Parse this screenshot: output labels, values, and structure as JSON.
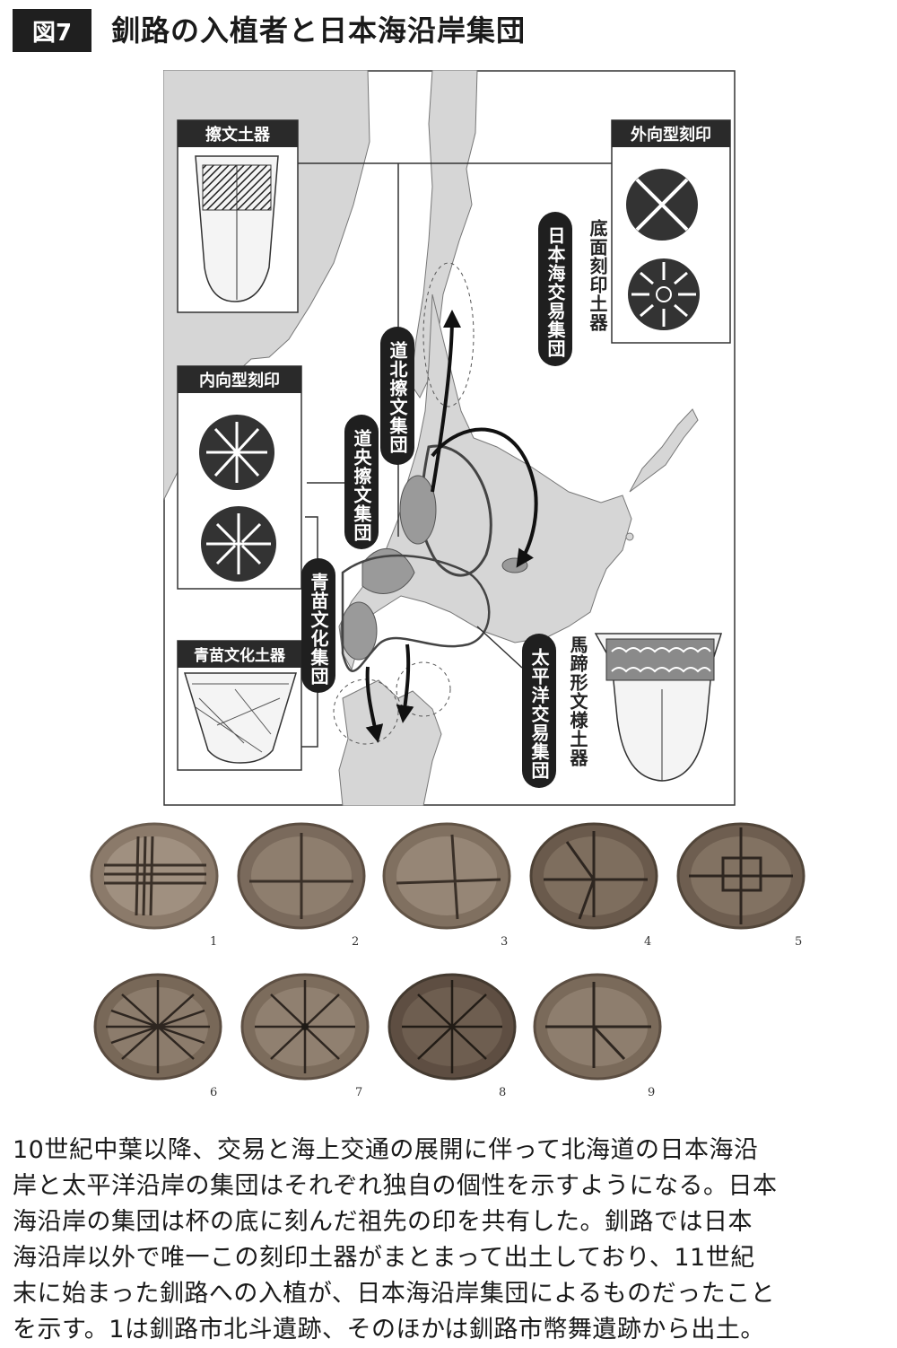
{
  "figure": {
    "label": "図7",
    "title": "釧路の入植者と日本海沿岸集団"
  },
  "map": {
    "boxes": {
      "satsumon_doki": "擦文土器",
      "naikou_kokuin": "内向型刻印",
      "aonae_doki": "青苗文化土器",
      "gaikou_kokuin": "外向型刻印"
    },
    "vertical_labels": {
      "teimen_kokuin_doki": "底面刻印土器",
      "nihonkai_koueki": "日本海交易集団",
      "dohoku_satsumon": "道北擦文集団",
      "doou_satsumon": "道央擦文集団",
      "aonae_bunka": "青苗文化集団",
      "taiheiyo_koueki": "太平洋交易集団",
      "batei_doki": "馬蹄形文様土器"
    }
  },
  "photos": [
    {
      "num": "1"
    },
    {
      "num": "2"
    },
    {
      "num": "3"
    },
    {
      "num": "4"
    },
    {
      "num": "5"
    },
    {
      "num": "6"
    },
    {
      "num": "7"
    },
    {
      "num": "8"
    },
    {
      "num": "9"
    }
  ],
  "caption": {
    "lines": [
      "10世紀中葉以降、交易と海上交通の展開に伴って北海道の日本海沿",
      "岸と太平洋沿岸の集団はそれぞれ独自の個性を示すようになる。日本",
      "海沿岸の集団は杯の底に刻んだ祖先の印を共有した。釧路では日本",
      "海沿岸以外で唯一この刻印土器がまとまって出土しており、11世紀",
      "末に始まった釧路への入植が、日本海沿岸集団によるものだったこと",
      "を示す。1は釧路市北斗遺跡、そのほかは釧路市幣舞遺跡から出土。"
    ]
  }
}
